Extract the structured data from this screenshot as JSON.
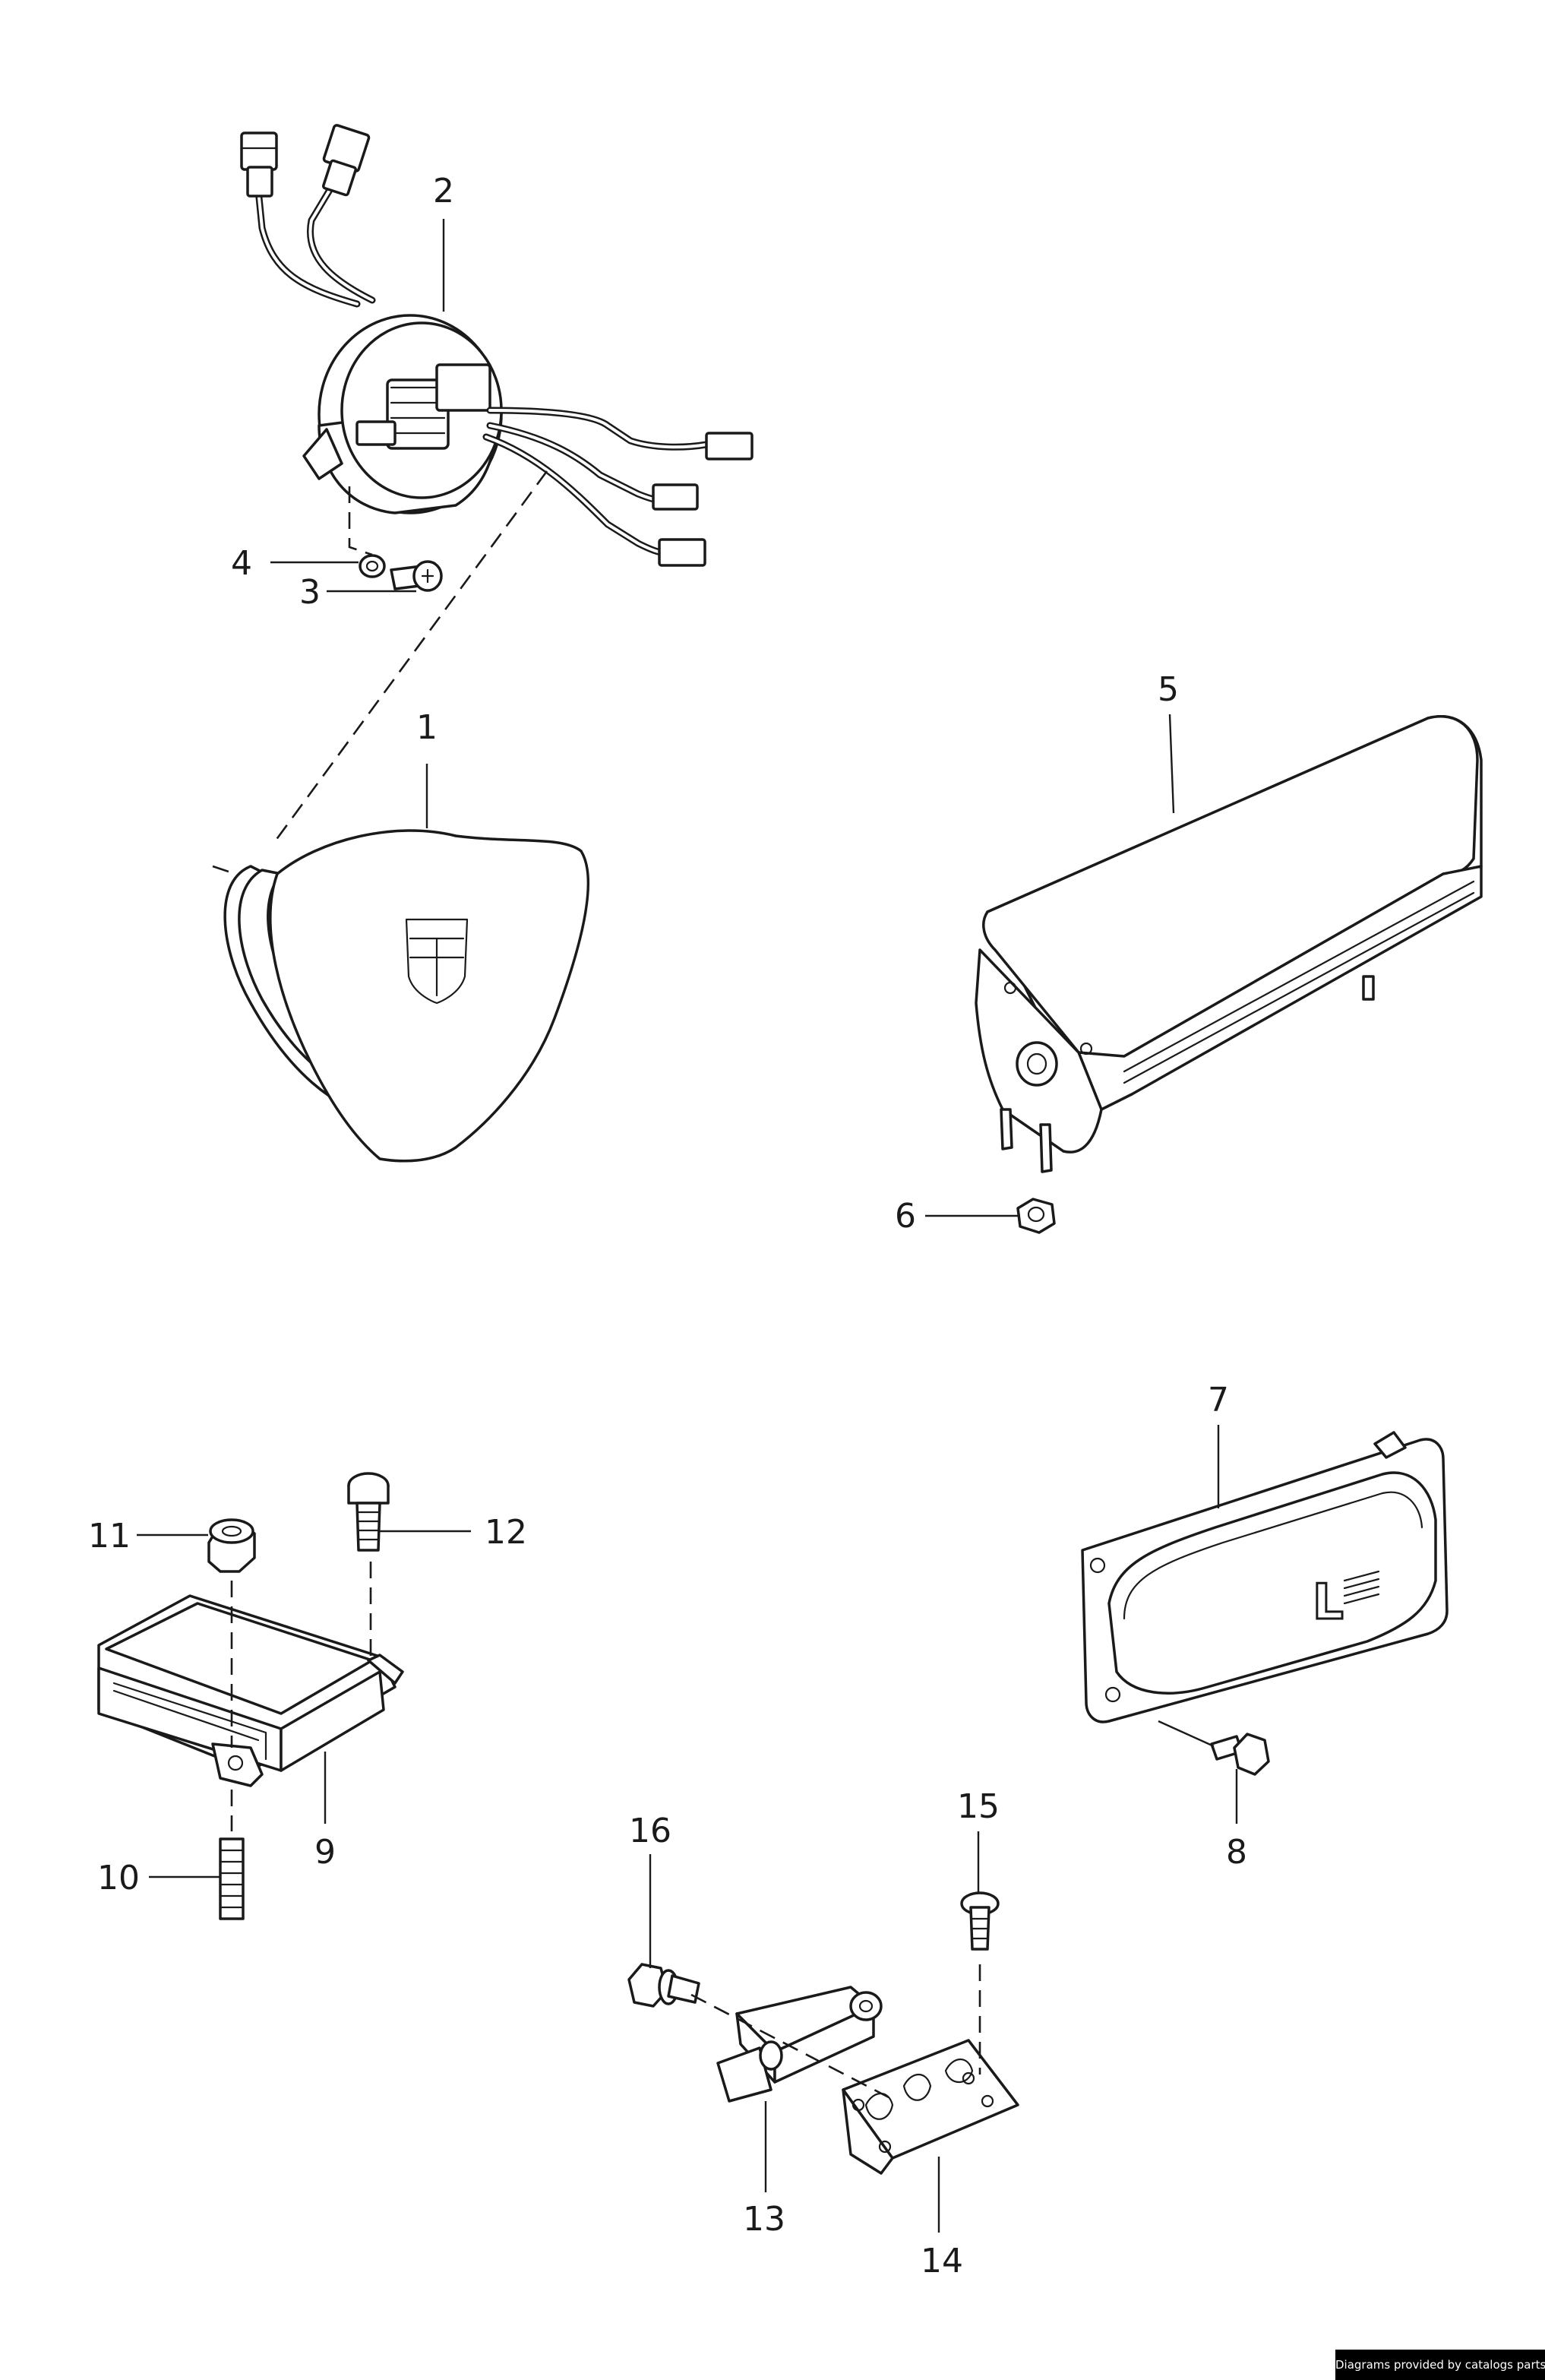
{
  "diagram": {
    "callouts": {
      "c1": "1",
      "c2": "2",
      "c3": "3",
      "c4": "4",
      "c5": "5",
      "c6": "6",
      "c7": "7",
      "c8": "8",
      "c9": "9",
      "c10": "10",
      "c11": "11",
      "c12": "12",
      "c13": "13",
      "c14": "14",
      "c15": "15",
      "c16": "16"
    },
    "airbag_badge_letter": "L"
  },
  "footer": {
    "credit": "Diagrams provided by catalogs parts"
  },
  "colors": {
    "line": "#1a1a1a",
    "background": "#ffffff",
    "footer_bg": "#000000",
    "footer_text": "#ffffff"
  }
}
